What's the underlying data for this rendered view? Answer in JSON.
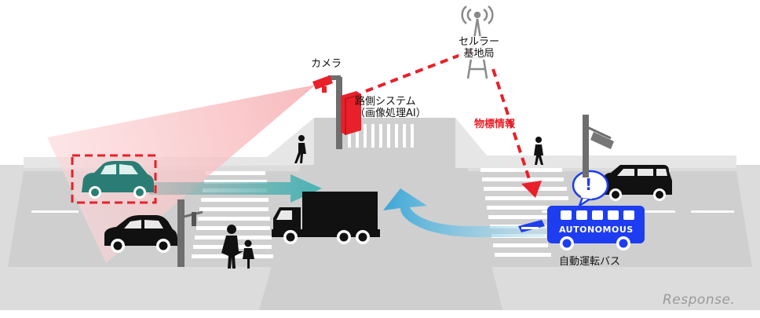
{
  "labels": {
    "tower": "セルラー\n基地局",
    "camera": "カメラ",
    "roadside": "路側システム\n（画像処理AI）",
    "object_info": "物標情報",
    "bus_caption": "自動運転バス",
    "bus_body_text": "AUTONOMOUS",
    "alert": "!"
  },
  "logo": {
    "text": "Response."
  },
  "colors": {
    "red": "#e8202a",
    "bus": "#1e3df0",
    "teal_car": "#2a7d74",
    "road": "#d3d3d3",
    "cyan_arrow": "#3aa6d6"
  },
  "icons": [
    "cell-tower-icon",
    "camera-icon",
    "roadside-unit-icon",
    "traffic-light-icon",
    "pedestrian-icon",
    "family-icon",
    "car-icon",
    "truck-icon",
    "bus-icon",
    "alert-bubble-icon",
    "arrow-icon"
  ]
}
